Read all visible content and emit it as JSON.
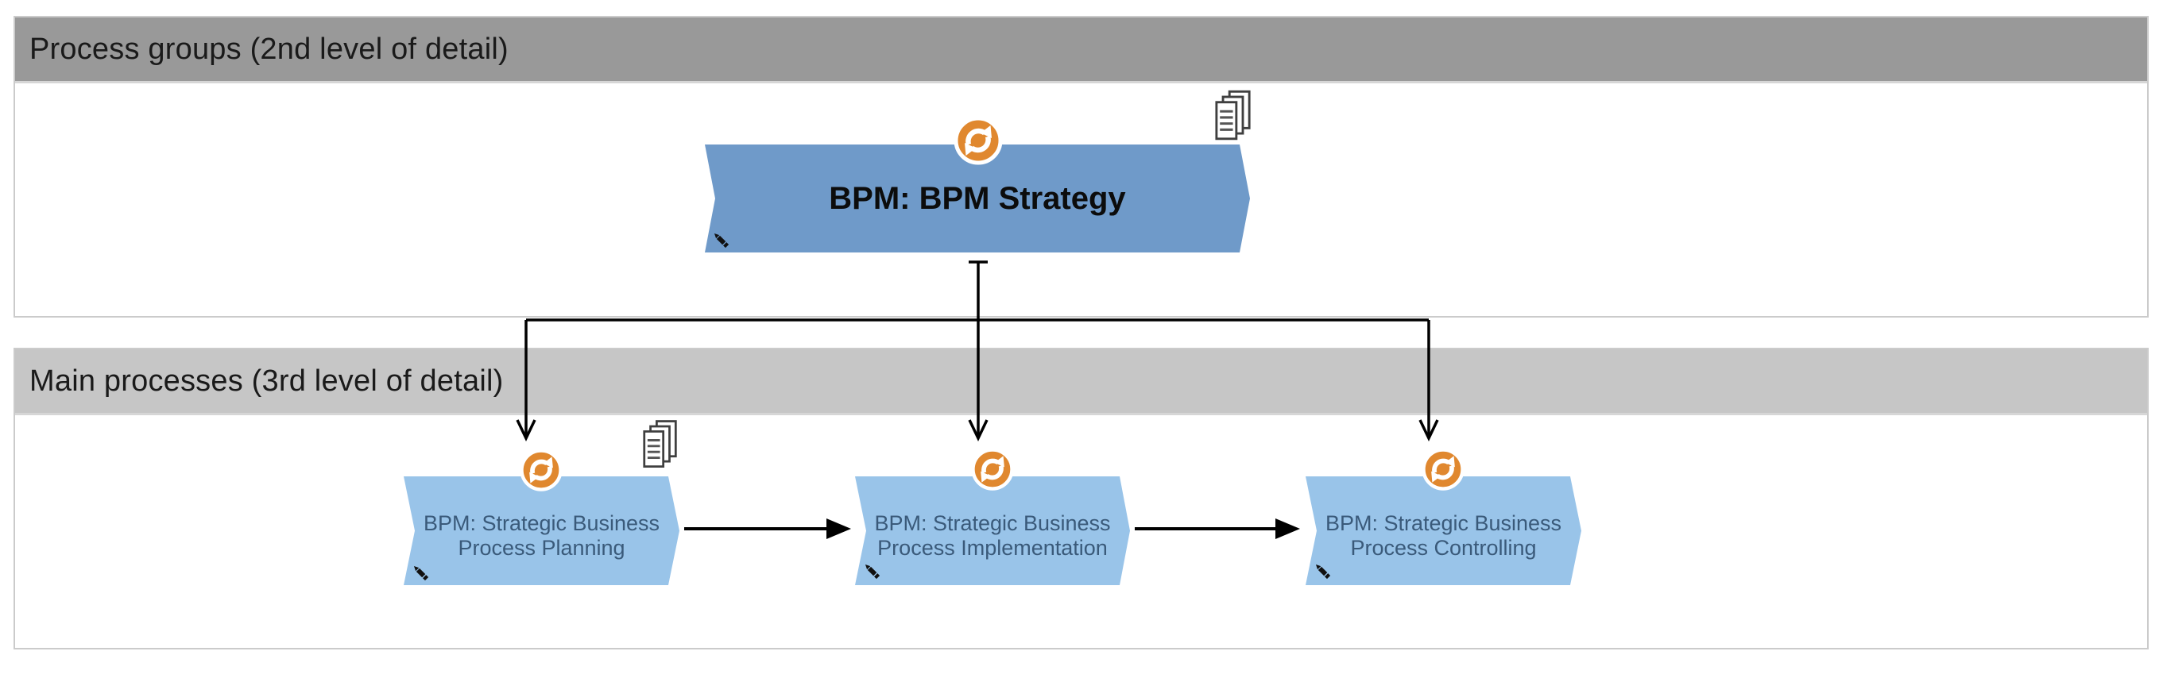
{
  "sections": [
    {
      "title": "Process groups (2nd level of detail)"
    },
    {
      "title": "Main processes (3rd level of detail)"
    }
  ],
  "shapes": {
    "strategy": {
      "label": "BPM: BPM Strategy"
    },
    "planning": {
      "line1": "BPM: Strategic Business",
      "line2": "Process Planning"
    },
    "implementation": {
      "line1": "BPM: Strategic Business",
      "line2": "Process Implementation"
    },
    "controlling": {
      "line1": "BPM: Strategic Business",
      "line2": "Process Controlling"
    }
  },
  "connections": [
    {
      "from": "BPM: BPM Strategy",
      "to": "BPM: Strategic Business Process Planning",
      "type": "hierarchy-arrow"
    },
    {
      "from": "BPM: BPM Strategy",
      "to": "BPM: Strategic Business Process Implementation",
      "type": "hierarchy-arrow"
    },
    {
      "from": "BPM: BPM Strategy",
      "to": "BPM: Strategic Business Process Controlling",
      "type": "hierarchy-arrow"
    },
    {
      "from": "BPM: Strategic Business Process Planning",
      "to": "BPM: Strategic Business Process Implementation",
      "type": "flow-arrow"
    },
    {
      "from": "BPM: Strategic Business Process Implementation",
      "to": "BPM: Strategic Business Process Controlling",
      "type": "flow-arrow"
    }
  ],
  "icons": {
    "sync": "sync-icon",
    "documents": "documents-icon",
    "pencil": "pencil-icon"
  },
  "colors": {
    "section_bar_dark": "#999999",
    "section_bar_light": "#c6c6c6",
    "panel_border": "#cbcbcb",
    "group_shape_fill": "#6f9ac9",
    "process_shape_fill": "#99c4e9",
    "process_text": "#3a5a7a",
    "group_text": "#0c0c0c",
    "sync_icon_orange": "#e0882f",
    "connector": "#000000",
    "icon_outline": "#3f3f3f"
  }
}
